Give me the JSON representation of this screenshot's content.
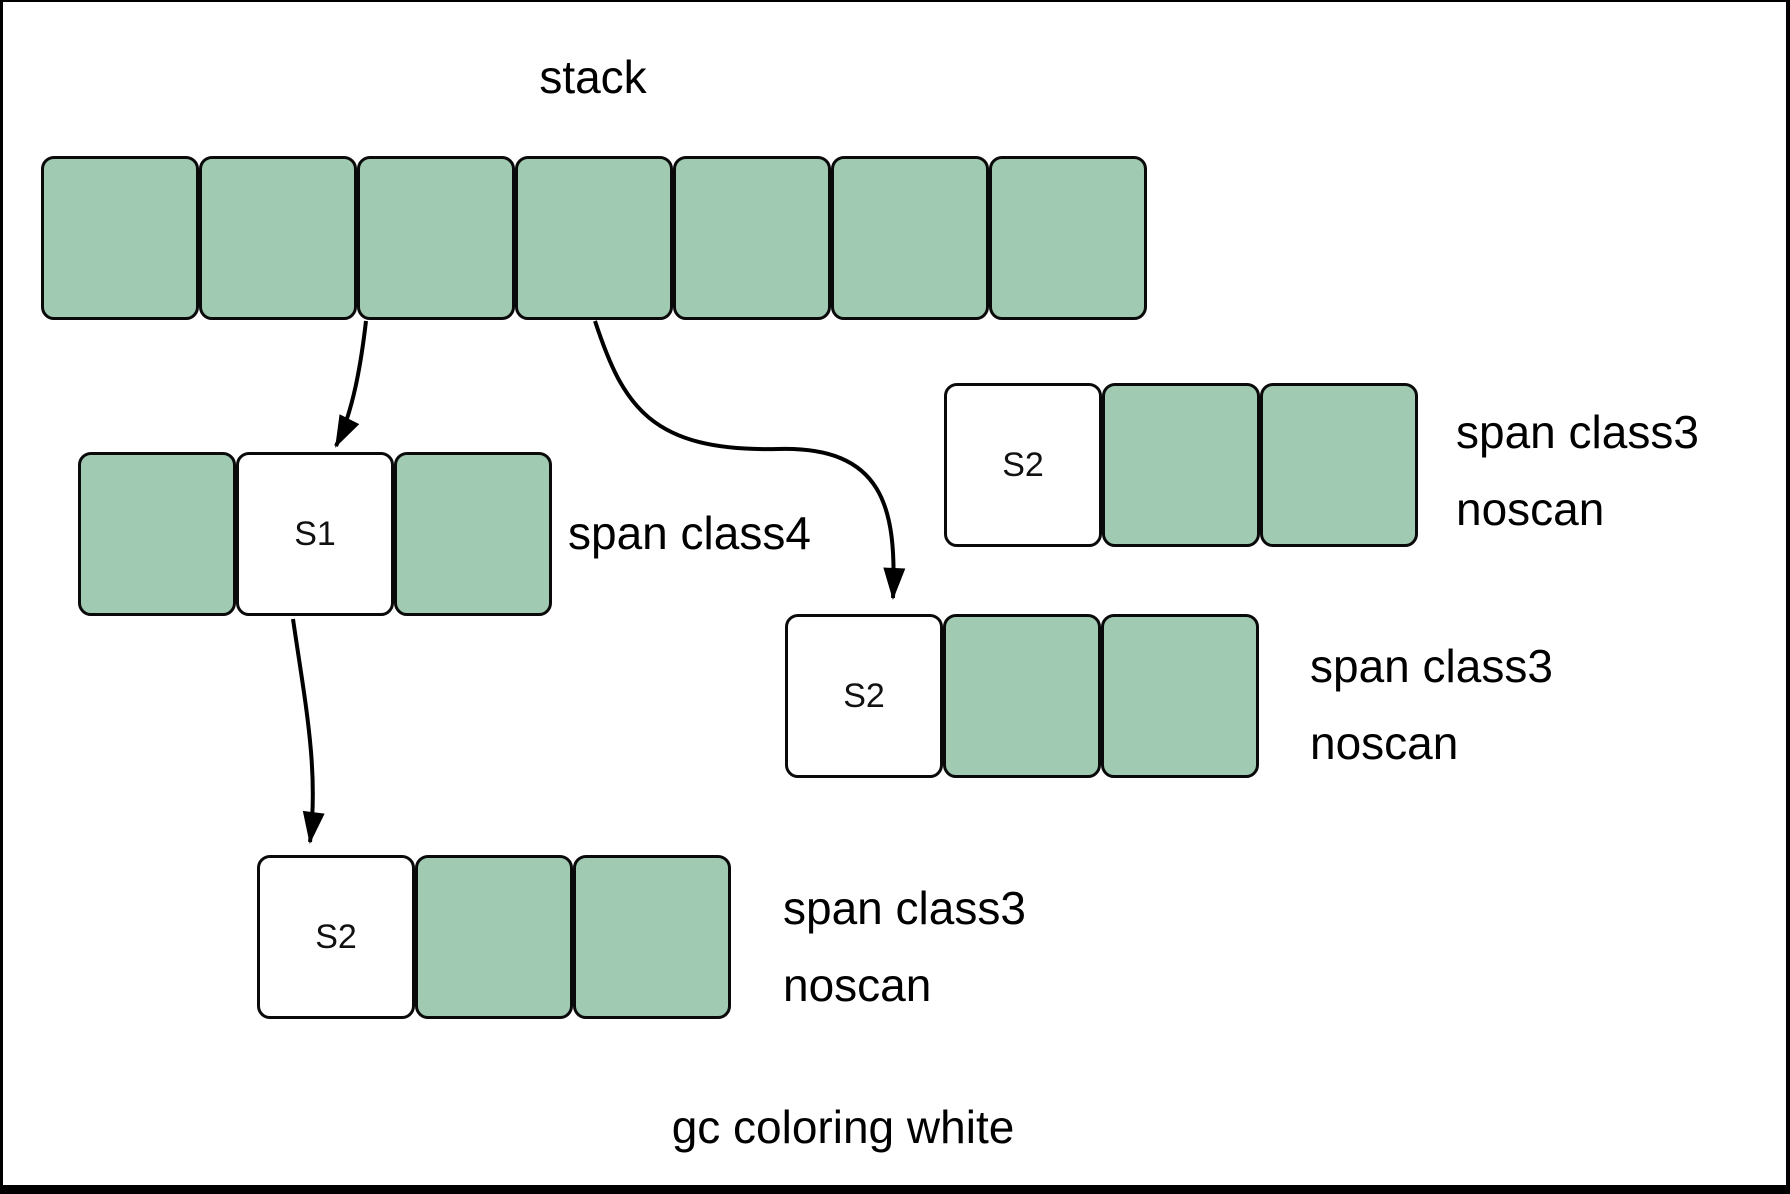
{
  "title": "stack",
  "caption": "gc coloring white",
  "colors": {
    "cell_green": "#a0cab1",
    "cell_white": "#ffffff",
    "line_black": "#000000"
  },
  "stack": {
    "label": "stack",
    "cells": [
      {
        "color": "green"
      },
      {
        "color": "green"
      },
      {
        "color": "green"
      },
      {
        "color": "green"
      },
      {
        "color": "green"
      },
      {
        "color": "green"
      },
      {
        "color": "green"
      }
    ]
  },
  "spans": [
    {
      "name": "span-class4",
      "label_lines": [
        "span class4",
        ""
      ],
      "cells": [
        {
          "color": "green"
        },
        {
          "color": "white",
          "text": "S1"
        },
        {
          "color": "green"
        }
      ]
    },
    {
      "name": "span-class3-top-right",
      "label_lines": [
        "span class3",
        "noscan"
      ],
      "cells": [
        {
          "color": "white",
          "text": "S2"
        },
        {
          "color": "green"
        },
        {
          "color": "green"
        }
      ]
    },
    {
      "name": "span-class3-middle",
      "label_lines": [
        "span class3",
        "noscan"
      ],
      "cells": [
        {
          "color": "white",
          "text": "S2"
        },
        {
          "color": "green"
        },
        {
          "color": "green"
        }
      ]
    },
    {
      "name": "span-class3-bottom",
      "label_lines": [
        "span class3",
        "noscan"
      ],
      "cells": [
        {
          "color": "white",
          "text": "S2"
        },
        {
          "color": "green"
        },
        {
          "color": "green"
        }
      ]
    }
  ],
  "arrows": [
    {
      "from": "stack",
      "to": "span-class4"
    },
    {
      "from": "stack",
      "to": "span-class3-middle"
    },
    {
      "from": "span-class4-s1",
      "to": "span-class3-bottom"
    }
  ]
}
